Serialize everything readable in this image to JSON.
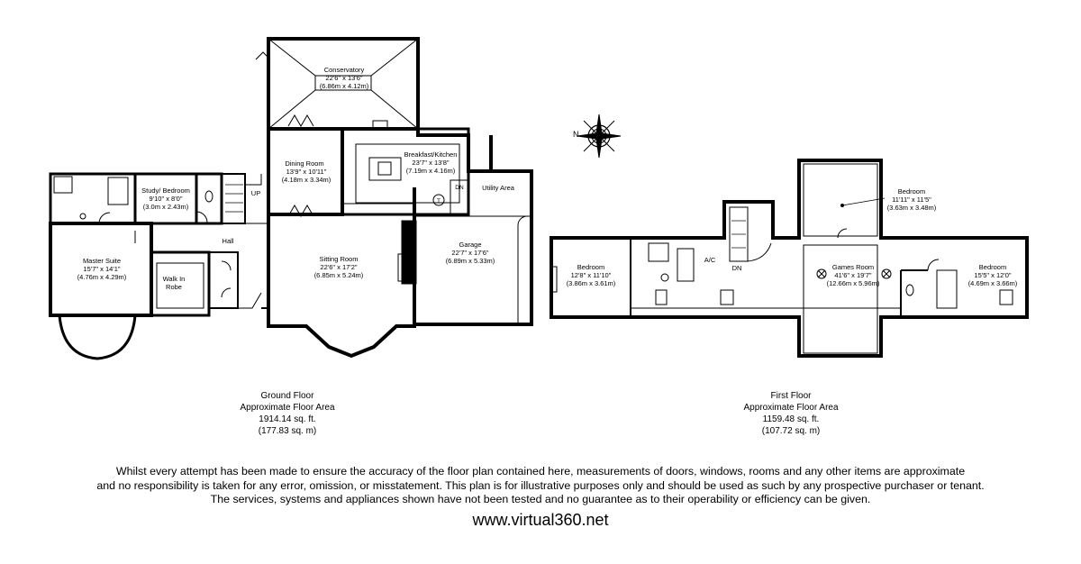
{
  "compass": {
    "north_letter": "N",
    "icon": "compass-rose-icon"
  },
  "floors": [
    {
      "name": "Ground Floor",
      "area_label": "Approximate Floor Area",
      "area_sqft": "1914.14 sq. ft.",
      "area_sqm": "(177.83 sq. m)",
      "rooms": [
        {
          "name": "Conservatory",
          "imperial": "22'6\" x 13'6\"",
          "metric": "(6.86m x 4.12m)"
        },
        {
          "name": "Dining Room",
          "imperial": "13'9\" x 10'11\"",
          "metric": "(4.18m x 3.34m)"
        },
        {
          "name": "Breakfast/Kitchen",
          "imperial": "23'7\" x 13'8\"",
          "metric": "(7.19m x 4.16m)"
        },
        {
          "name": "Study/ Bedroom",
          "imperial": "9'10\" x 8'0\"",
          "metric": "(3.0m x 2.43m)"
        },
        {
          "name": "Master Suite",
          "imperial": "15'7\" x 14'1\"",
          "metric": "(4.76m x 4.29m)"
        },
        {
          "name": "Sitting Room",
          "imperial": "22'6\" x 17'2\"",
          "metric": "(6.85m x 5.24m)"
        },
        {
          "name": "Garage",
          "imperial": "22'7\" x 17'6\"",
          "metric": "(6.89m x 5.33m)"
        }
      ],
      "labels": {
        "hall": "Hall",
        "utility": "Utility Area",
        "walk_in_1": "Walk In",
        "walk_in_2": "Robe",
        "up": "UP",
        "dn": "DN",
        "t": "T"
      }
    },
    {
      "name": "First Floor",
      "area_label": "Approximate Floor Area",
      "area_sqft": "1159.48 sq. ft.",
      "area_sqm": "(107.72 sq. m)",
      "rooms": [
        {
          "name": "Bedroom",
          "imperial": "11'11\" x 11'5\"",
          "metric": "(3.63m x 3.48m)"
        },
        {
          "name": "Bedroom",
          "imperial": "12'8\" x 11'10\"",
          "metric": "(3.86m x 3.61m)"
        },
        {
          "name": "Games Room",
          "imperial": "41'6\" x 19'7\"",
          "metric": "(12.66m x 5.96m)"
        },
        {
          "name": "Bedroom",
          "imperial": "15'5\" x 12'0\"",
          "metric": "(4.69m x 3.66m)"
        }
      ],
      "labels": {
        "ac": "A/C",
        "dn": "DN"
      }
    }
  ],
  "disclaimer": [
    "Whilst every attempt has been made to ensure the accuracy of the floor plan contained here, measurements of doors, windows, rooms and any other items are approximate",
    "and no responsibility is taken for any error, omission, or misstatement. This plan is for illustrative purposes only and should be used as such by any prospective purchaser or tenant.",
    "The services, systems and appliances shown have not been tested and no guarantee as to their operability or efficiency can be given."
  ],
  "website": "www.virtual360.net"
}
